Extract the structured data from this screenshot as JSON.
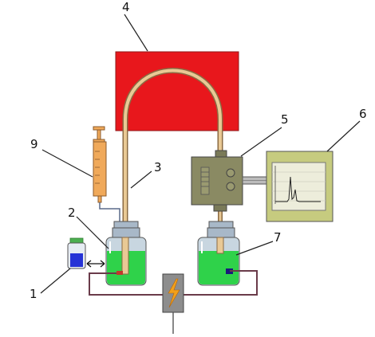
{
  "labels": {
    "l1": "1",
    "l2": "2",
    "l3": "3",
    "l4": "4",
    "l5": "5",
    "l6": "6",
    "l7": "7",
    "l9": "9"
  },
  "colors": {
    "heater": "#e8171c",
    "capillary": "#e9c995",
    "capillary_outline": "#8b6b43",
    "liquid": "#2fd24a",
    "detector_body": "#8a8a63",
    "recorder_body": "#c6cb7f",
    "recorder_screen": "#ededdb",
    "syringe": "#f0a95a",
    "bottle": "#c8d6e0",
    "wire": "#6a3b4a",
    "sample_vial": "#2633d6",
    "power_box": "#8d8d8d",
    "spark": "#f2a01b"
  }
}
